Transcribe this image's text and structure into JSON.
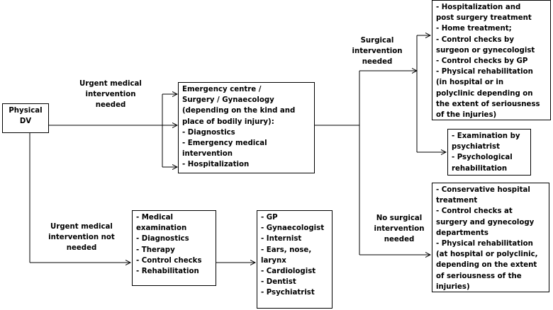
{
  "nodes": {
    "physical_dv": {
      "lines": [
        "Physical",
        "DV"
      ]
    },
    "emergency": {
      "lines": [
        "Emergency centre /",
        "Surgery / Gynaecology",
        "(depending on the kind and",
        "place of bodily injury):",
        " - Diagnostics",
        " - Emergency medical",
        "intervention",
        " - Hospitalization"
      ]
    },
    "non_urgent": {
      "lines": [
        "- Medical",
        "examination",
        "- Diagnostics",
        "- Therapy",
        "- Control checks",
        "- Rehabilitation"
      ]
    },
    "specialists": {
      "lines": [
        "- GP",
        "- Gynaecologist",
        "- Internist",
        "- Ears, nose,",
        "larynx",
        "- Cardiologist",
        "- Dentist",
        "- Psychiatrist"
      ]
    },
    "surgical_outcome": {
      "lines": [
        "- Hospitalization and",
        "post surgery treatment",
        "- Home treatment;",
        "- Control checks by",
        "surgeon or gynecologist",
        "- Control checks by GP",
        "- Physical rehabilitation",
        "(in hospital or in",
        "polyclinic depending on",
        "the extent of seriousness",
        "of the injuries)"
      ]
    },
    "psychiatric": {
      "lines": [
        "- Examination by",
        "psychiatrist",
        "- Psychological",
        "rehabilitation"
      ]
    },
    "conservative": {
      "lines": [
        "- Conservative hospital",
        "treatment",
        "- Control checks at",
        "surgery and gynecology",
        "departments",
        "- Physical rehabilitation",
        "(at hospital or polyclinic,",
        "depending on the extent",
        "of seriousness of the",
        "injuries)"
      ]
    }
  },
  "edge_labels": {
    "urgent": {
      "lines": [
        "Urgent medical",
        "intervention",
        "needed"
      ]
    },
    "not_urgent": {
      "lines": [
        "Urgent medical",
        "intervention not",
        "needed"
      ]
    },
    "surgical": {
      "lines": [
        "Surgical",
        "intervention",
        "needed"
      ]
    },
    "no_surgical": {
      "lines": [
        "No surgical",
        "intervention",
        "needed"
      ]
    }
  },
  "line_color": "#000000"
}
